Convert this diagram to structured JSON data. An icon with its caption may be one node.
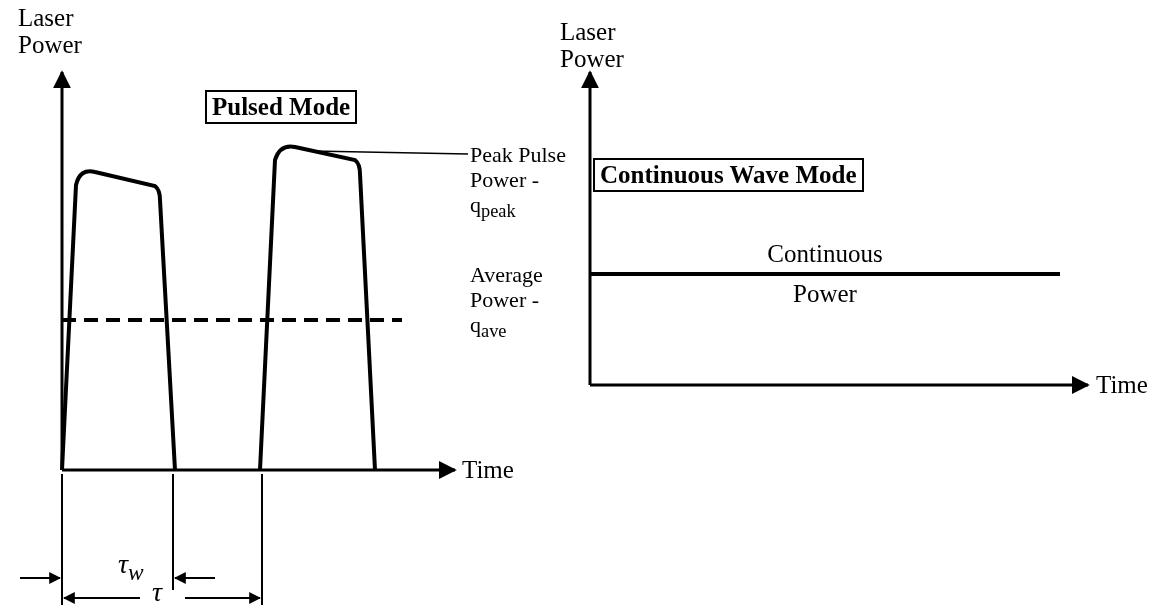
{
  "diagram": {
    "nodes": [
      {
        "text": [
          "Pulsed Mode"
        ]
      },
      {
        "text": [
          "Continuous Wave Mode"
        ]
      },
      {
        "text": [
          "Peak Pulse Power - q$_{peak}$"
        ]
      },
      {
        "text": [],
        "shape": "picture"
      }
    ],
    "edges": [
      {
        "from": 2,
        "to": 3,
        "arrow": "none"
      }
    ],
    "labels": [
      "Laser Power",
      "Laser Power",
      "Average Power - q$_{ave}$",
      "Continuous Power",
      "Time",
      "Time",
      "τ$_{w}$",
      "τ"
    ]
  }
}
